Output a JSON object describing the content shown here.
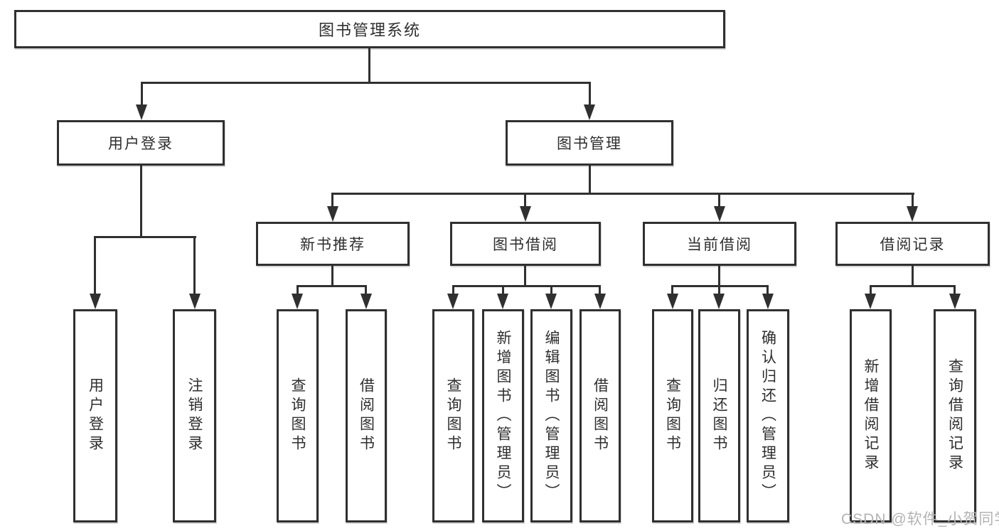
{
  "figure": {
    "css_vars": {
      "bg": "#ffffff",
      "line": "#303030",
      "text": "#2e2e2e",
      "boxbg": "#ffffff",
      "wm": "#b3b3b3"
    }
  },
  "tree": {
    "label": "图书管理系统",
    "children": [
      {
        "label": "用户登录",
        "children": [
          {
            "label": "用户登录"
          },
          {
            "label": "注销登录"
          }
        ]
      },
      {
        "label": "图书管理",
        "children": [
          {
            "label": "新书推荐",
            "children": [
              {
                "label": "查询图书"
              },
              {
                "label": "借阅图书"
              }
            ]
          },
          {
            "label": "图书借阅",
            "children": [
              {
                "label": "查询图书"
              },
              {
                "label": "新增图书（管理员）"
              },
              {
                "label": "编辑图书（管理员）"
              },
              {
                "label": "借阅图书"
              }
            ]
          },
          {
            "label": "当前借阅",
            "children": [
              {
                "label": "查询图书"
              },
              {
                "label": "归还图书"
              },
              {
                "label": "确认归还（管理员）"
              }
            ]
          },
          {
            "label": "借阅记录",
            "children": [
              {
                "label": "新增借阅记录"
              },
              {
                "label": "查询借阅记录"
              }
            ]
          }
        ]
      }
    ]
  },
  "watermark": {
    "text": "CSDN @软件_小贺同学"
  }
}
